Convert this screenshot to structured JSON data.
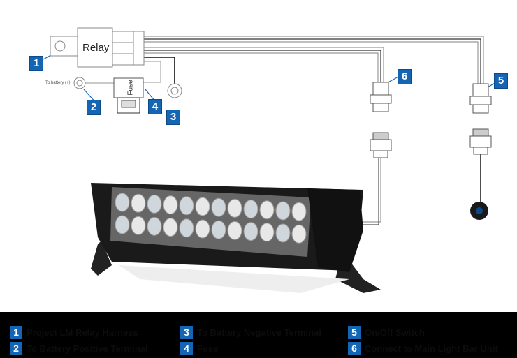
{
  "diagram": {
    "relay_label": "Relay",
    "fuse_label": "Fuse",
    "battery_label": "To battery (+)",
    "callouts": [
      "1",
      "2",
      "3",
      "4",
      "5",
      "6"
    ]
  },
  "legend": [
    {
      "num": "1",
      "text": "Project LM Relay Harness"
    },
    {
      "num": "2",
      "text": "To Battery Positive Terminal"
    },
    {
      "num": "3",
      "text": "To Battery Negative Terminal"
    },
    {
      "num": "4",
      "text": "Fuse"
    },
    {
      "num": "5",
      "text": "On/Off Switch"
    },
    {
      "num": "6",
      "text": "Connect to Main Light Bar Unit"
    }
  ],
  "colors": {
    "badge": "#1565b5",
    "legend_bg": "#000000"
  }
}
